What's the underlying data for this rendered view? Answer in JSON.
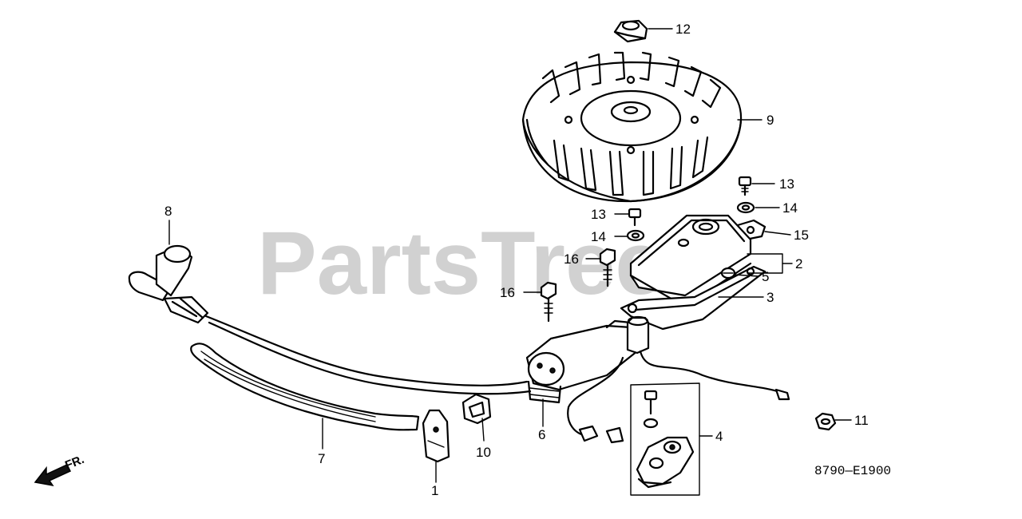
{
  "watermark": "PartsTree",
  "diagram_code": "8790—E1900",
  "direction_label": "FR.",
  "callouts": {
    "c1": "1",
    "c2": "2",
    "c3": "3",
    "c4": "4",
    "c5": "5",
    "c6": "6",
    "c7": "7",
    "c8": "8",
    "c9": "9",
    "c10": "10",
    "c11": "11",
    "c12": "12",
    "c13a": "13",
    "c13b": "13",
    "c14a": "14",
    "c14b": "14",
    "c15": "15",
    "c16a": "16",
    "c16b": "16"
  }
}
